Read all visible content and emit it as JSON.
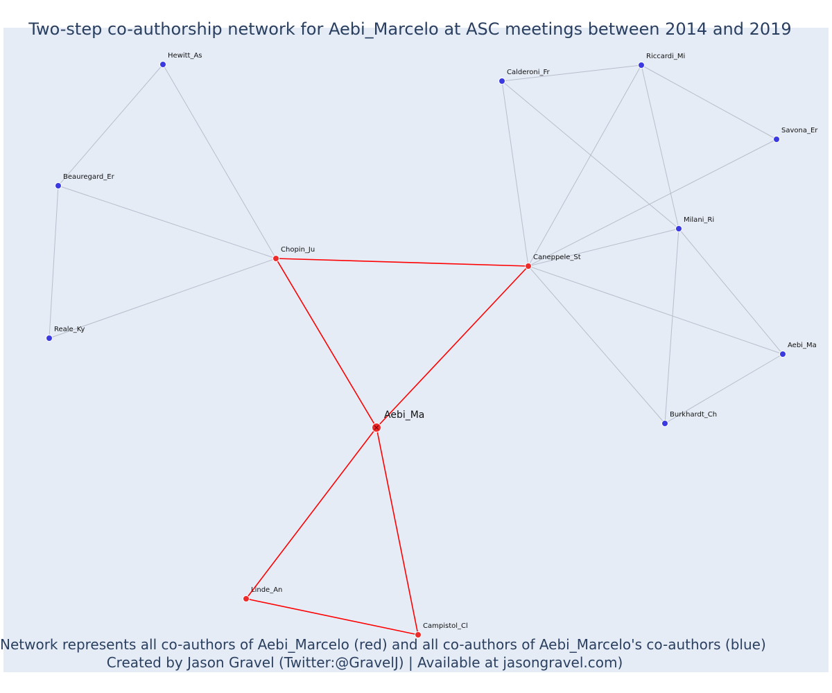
{
  "title": "Two-step co-authorship network for Aebi_Marcelo at ASC meetings between 2014 and 2019",
  "caption": {
    "line1": "Network represents all co-authors of Aebi_Marcelo (red) and all co-authors of Aebi_Marcelo's co-authors (blue)",
    "line2": "Created by Jason Gravel (Twitter:@GravelJ) | Available at jasongravel.com)"
  },
  "colors": {
    "background": "#e5ecf6",
    "primary_edge": "#ff0000",
    "secondary_edge": "#b8bdcc",
    "primary_node": "#ee2b2b",
    "secondary_node": "#3a3ae0",
    "node_outline": "#ffffff",
    "text": "#2a3f5f"
  },
  "nodes": [
    {
      "id": "ego",
      "label": "Aebi_Ma",
      "group": "ego"
    },
    {
      "id": "chopin",
      "label": "Chopin_Ju",
      "group": "coauthor"
    },
    {
      "id": "caneppele",
      "label": "Caneppele_St",
      "group": "coauthor"
    },
    {
      "id": "linde",
      "label": "Linde_An",
      "group": "coauthor"
    },
    {
      "id": "campistol",
      "label": "Campistol_Cl",
      "group": "coauthor"
    },
    {
      "id": "hewitt",
      "label": "Hewitt_As",
      "group": "second"
    },
    {
      "id": "beauregard",
      "label": "Beauregard_Er",
      "group": "second"
    },
    {
      "id": "reale",
      "label": "Reale_Ky",
      "group": "second"
    },
    {
      "id": "calderoni",
      "label": "Calderoni_Fr",
      "group": "second"
    },
    {
      "id": "riccardi",
      "label": "Riccardi_Mi",
      "group": "second"
    },
    {
      "id": "savona",
      "label": "Savona_Er",
      "group": "second"
    },
    {
      "id": "milani",
      "label": "Milani_Ri",
      "group": "second"
    },
    {
      "id": "aebi2",
      "label": "Aebi_Ma",
      "group": "second"
    },
    {
      "id": "burkhardt",
      "label": "Burkhardt_Ch",
      "group": "second"
    }
  ],
  "edges": [
    {
      "source": "ego",
      "target": "chopin",
      "type": "primary"
    },
    {
      "source": "ego",
      "target": "caneppele",
      "type": "primary"
    },
    {
      "source": "ego",
      "target": "linde",
      "type": "primary"
    },
    {
      "source": "ego",
      "target": "campistol",
      "type": "primary"
    },
    {
      "source": "chopin",
      "target": "caneppele",
      "type": "primary"
    },
    {
      "source": "linde",
      "target": "campistol",
      "type": "primary"
    },
    {
      "source": "chopin",
      "target": "hewitt",
      "type": "secondary"
    },
    {
      "source": "chopin",
      "target": "beauregard",
      "type": "secondary"
    },
    {
      "source": "chopin",
      "target": "reale",
      "type": "secondary"
    },
    {
      "source": "hewitt",
      "target": "beauregard",
      "type": "secondary"
    },
    {
      "source": "beauregard",
      "target": "reale",
      "type": "secondary"
    },
    {
      "source": "caneppele",
      "target": "calderoni",
      "type": "secondary"
    },
    {
      "source": "caneppele",
      "target": "riccardi",
      "type": "secondary"
    },
    {
      "source": "caneppele",
      "target": "savona",
      "type": "secondary"
    },
    {
      "source": "caneppele",
      "target": "milani",
      "type": "secondary"
    },
    {
      "source": "caneppele",
      "target": "aebi2",
      "type": "secondary"
    },
    {
      "source": "caneppele",
      "target": "burkhardt",
      "type": "secondary"
    },
    {
      "source": "calderoni",
      "target": "riccardi",
      "type": "secondary"
    },
    {
      "source": "calderoni",
      "target": "milani",
      "type": "secondary"
    },
    {
      "source": "riccardi",
      "target": "savona",
      "type": "secondary"
    },
    {
      "source": "riccardi",
      "target": "milani",
      "type": "secondary"
    },
    {
      "source": "milani",
      "target": "aebi2",
      "type": "secondary"
    },
    {
      "source": "milani",
      "target": "burkhardt",
      "type": "secondary"
    },
    {
      "source": "aebi2",
      "target": "burkhardt",
      "type": "secondary"
    }
  ]
}
